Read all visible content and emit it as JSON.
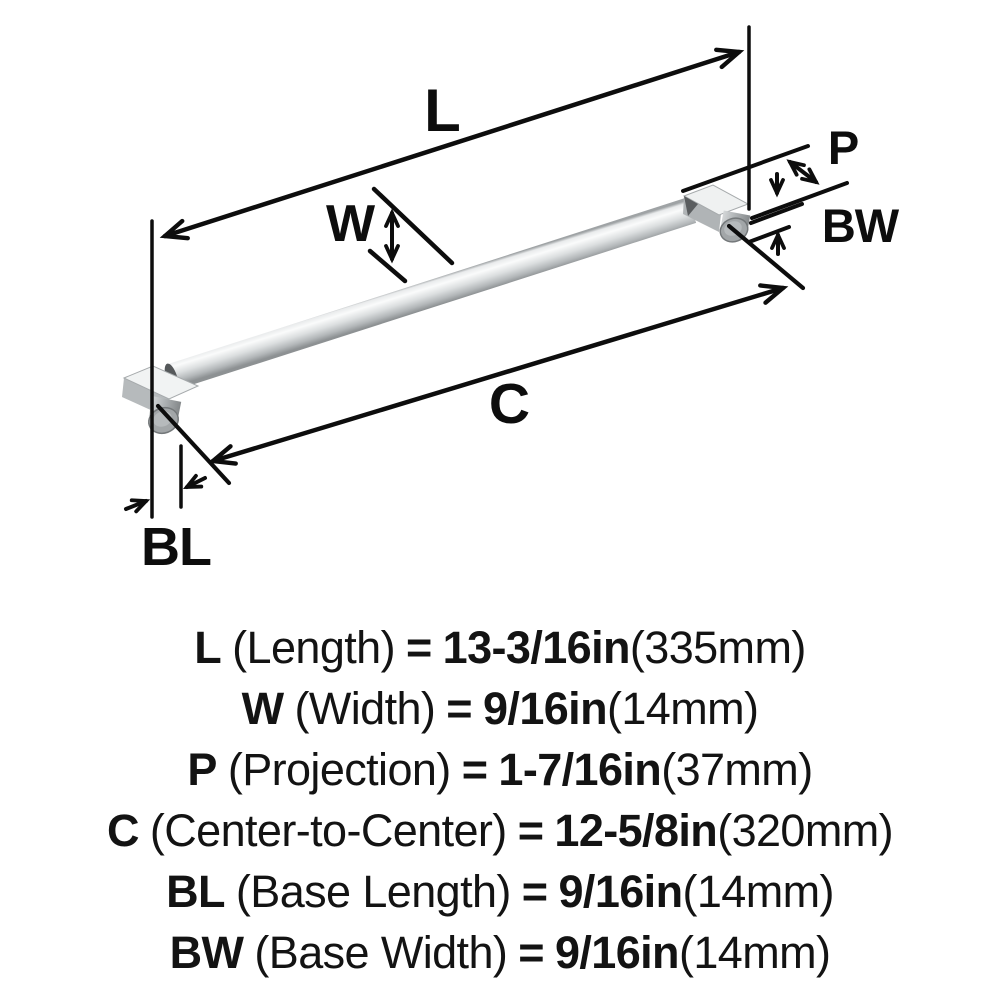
{
  "diagram": {
    "type": "product-dimension-diagram",
    "subject": "cabinet bar pull handle",
    "labels": {
      "length": "L",
      "width": "W",
      "projection": "P",
      "center_to_center": "C",
      "base_length": "BL",
      "base_width": "BW"
    }
  },
  "specs": [
    {
      "code": "L",
      "name": "(Length)",
      "eq": "=",
      "imperial": "13-3/16in",
      "metric": "(335mm)"
    },
    {
      "code": "W",
      "name": "(Width)",
      "eq": "=",
      "imperial": "9/16in",
      "metric": "(14mm)"
    },
    {
      "code": "P",
      "name": "(Projection)",
      "eq": "=",
      "imperial": "1-7/16in",
      "metric": "(37mm)"
    },
    {
      "code": "C",
      "name": "(Center-to-Center)",
      "eq": "=",
      "imperial": "12-5/8in",
      "metric": "(320mm)"
    },
    {
      "code": "BL",
      "name": "(Base Length)",
      "eq": "=",
      "imperial": "9/16in",
      "metric": "(14mm)"
    },
    {
      "code": "BW",
      "name": "(Base Width)",
      "eq": "=",
      "imperial": "9/16in",
      "metric": "(14mm)"
    }
  ],
  "colors": {
    "background": "#ffffff",
    "line": "#0d0d0d",
    "text": "#131313",
    "metal_bright": "#fafbfb",
    "metal_mid": "#c9cdd0",
    "metal_dark": "#8d9193"
  }
}
